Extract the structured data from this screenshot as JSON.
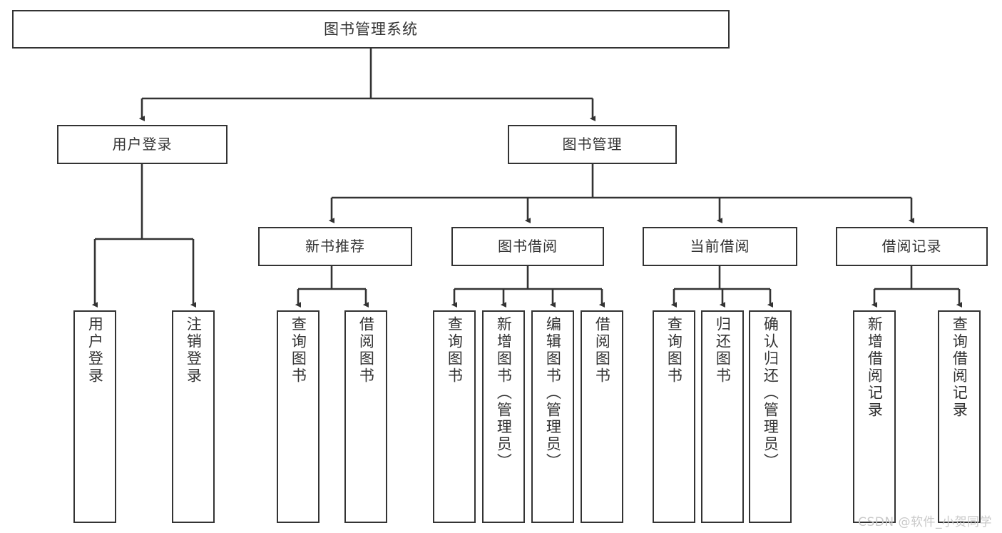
{
  "diagram": {
    "title": "图书管理系统",
    "type": "tree-hierarchy",
    "stroke_color": "#333333",
    "fill_color": "#ffffff",
    "text_color": "#333333",
    "root": {
      "label": "图书管理系统"
    },
    "level1": [
      {
        "label": "用户登录"
      },
      {
        "label": "图书管理"
      }
    ],
    "level2": [
      {
        "label": "新书推荐"
      },
      {
        "label": "图书借阅"
      },
      {
        "label": "当前借阅"
      },
      {
        "label": "借阅记录"
      }
    ],
    "leaves": {
      "user_login": [
        {
          "label": "用户登录"
        },
        {
          "label": "注销登录"
        }
      ],
      "new_book_recommend": [
        {
          "label": "查询图书"
        },
        {
          "label": "借阅图书"
        }
      ],
      "book_borrow": [
        {
          "label": "查询图书"
        },
        {
          "label": "新增图书（管理员）"
        },
        {
          "label": "编辑图书（管理员）"
        },
        {
          "label": "借阅图书"
        }
      ],
      "current_borrow": [
        {
          "label": "查询图书"
        },
        {
          "label": "归还图书"
        },
        {
          "label": "确认归还（管理员）"
        }
      ],
      "borrow_record": [
        {
          "label": "新增借阅记录"
        },
        {
          "label": "查询借阅记录"
        }
      ]
    }
  },
  "watermark": {
    "text": "CSDN @软件_小贺同学"
  }
}
